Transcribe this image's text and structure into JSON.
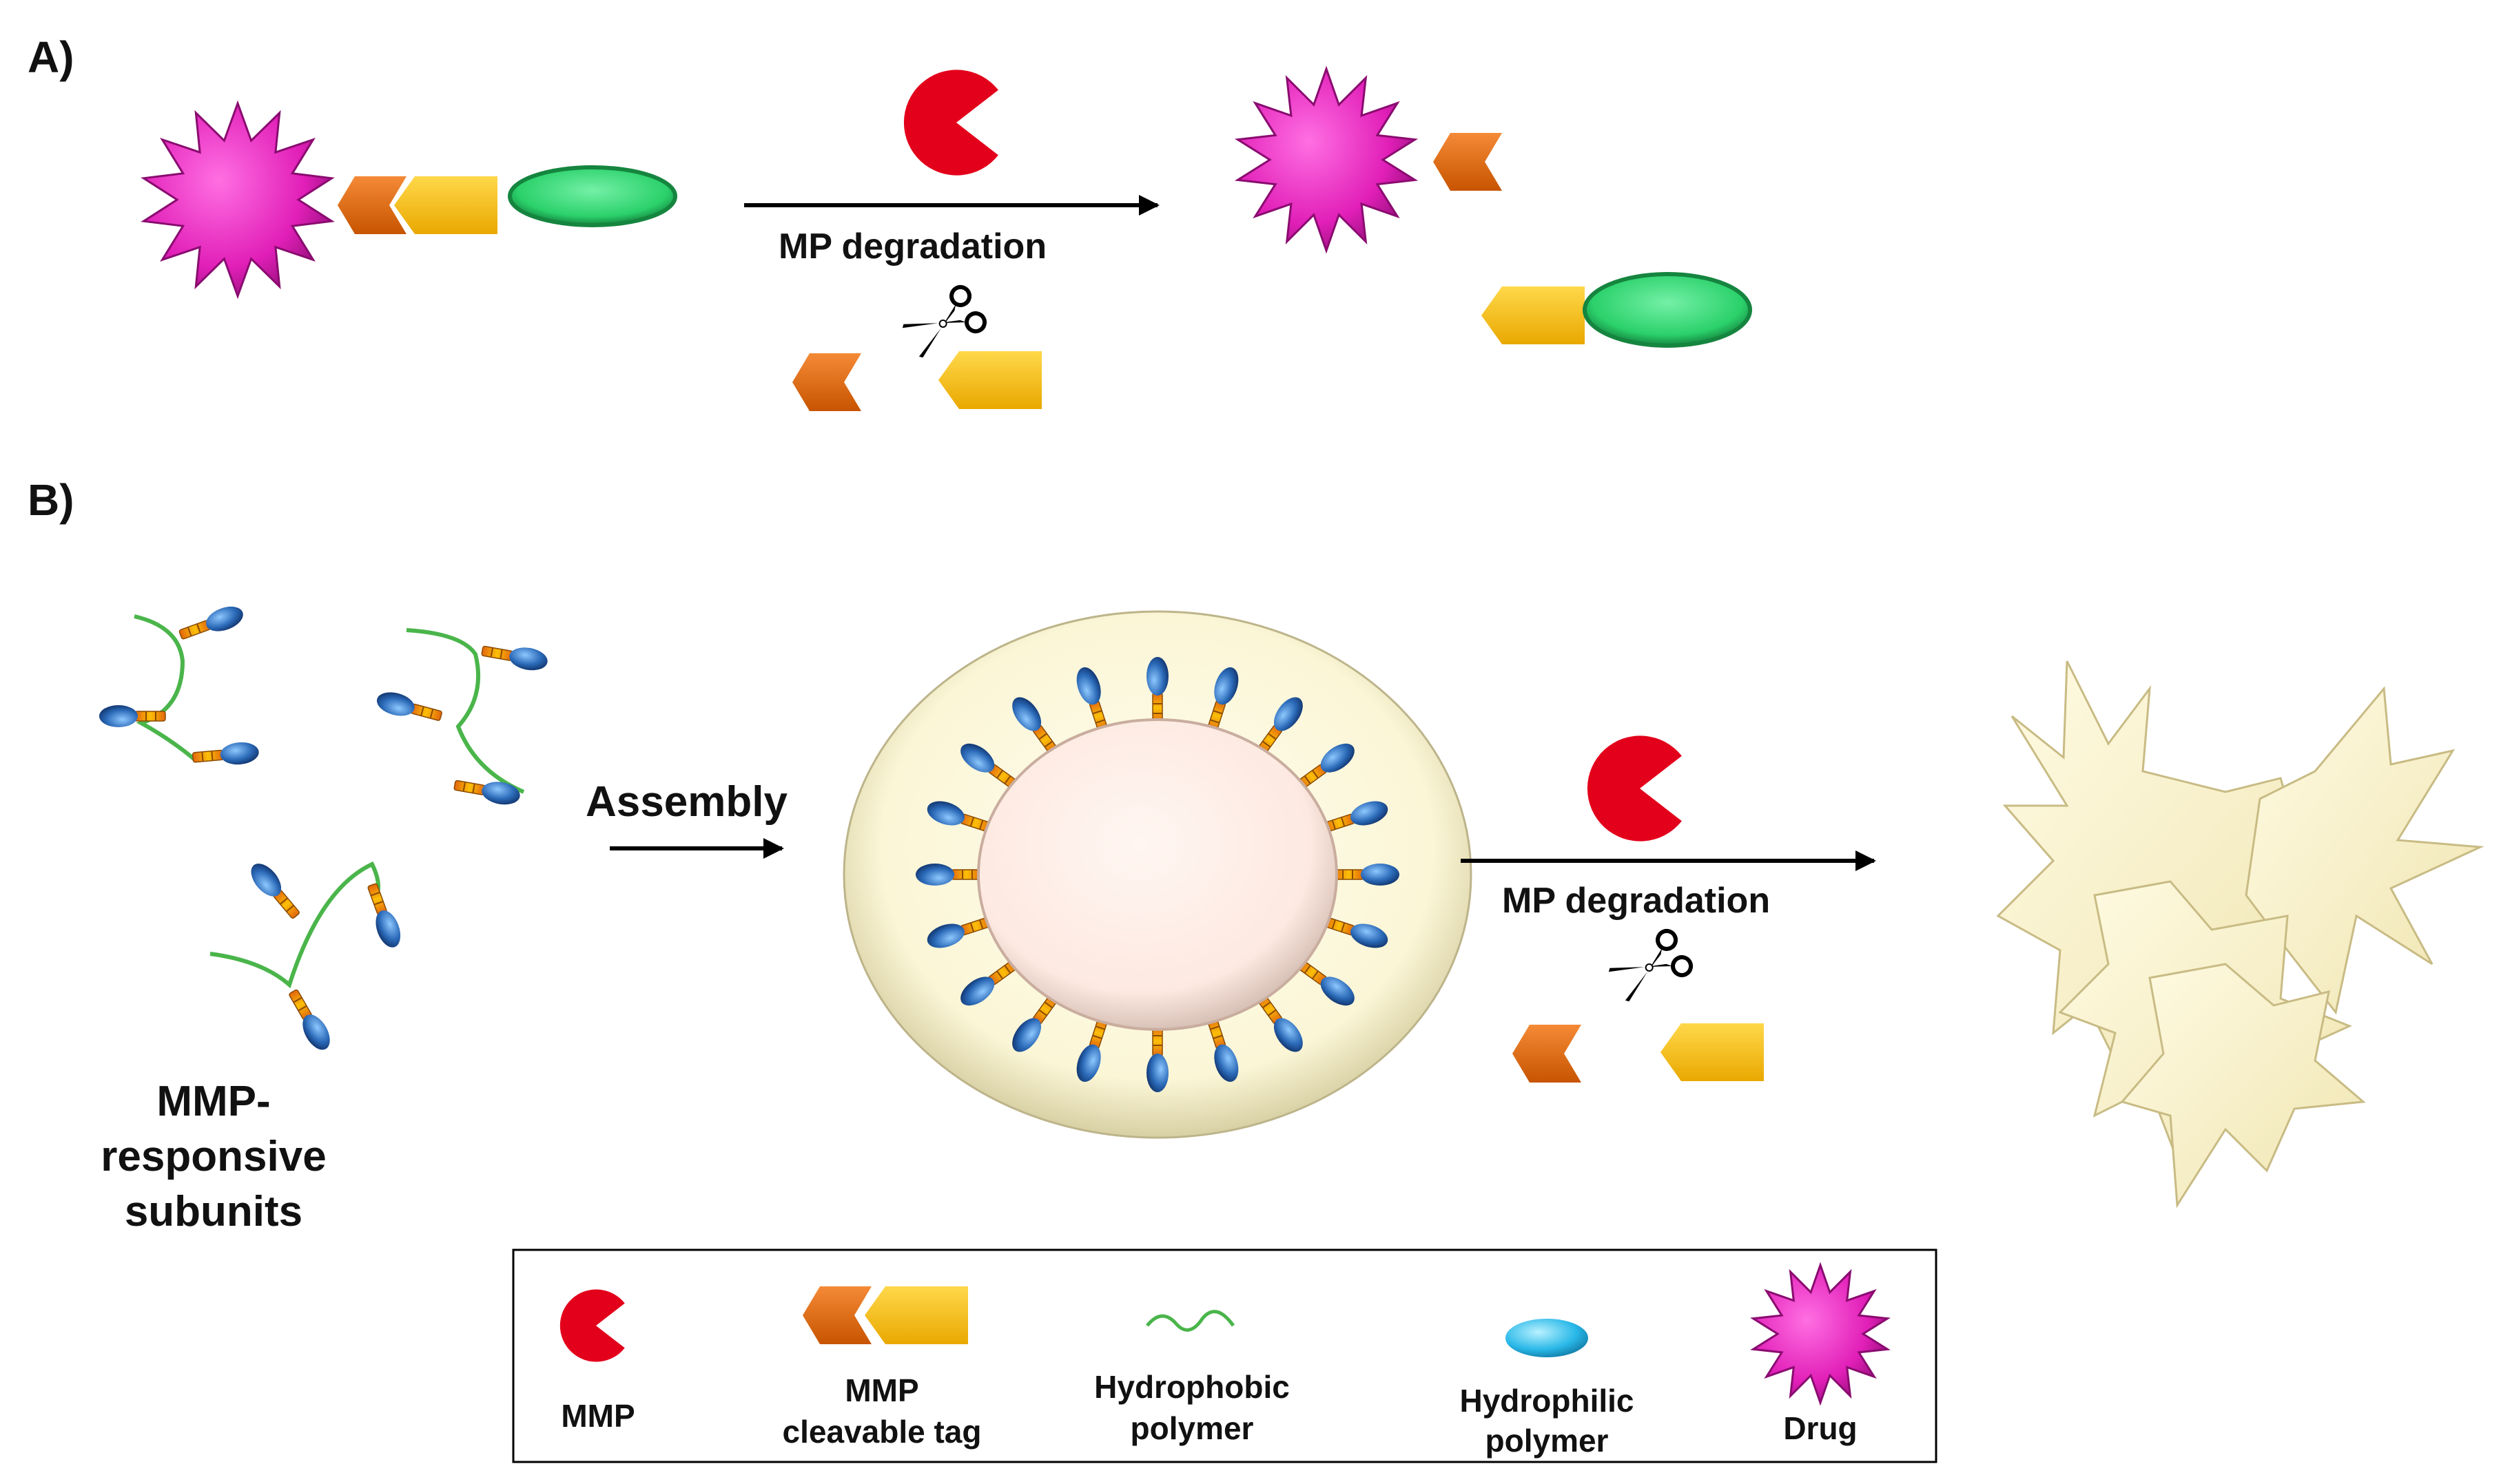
{
  "panels": {
    "a": "A)",
    "b": "B)"
  },
  "panel_a": {
    "arrow_label": "MP degradation"
  },
  "panel_b": {
    "assembly_label": "Assembly",
    "arrow_label": "MP degradation",
    "subunits_label": [
      "MMP-",
      "responsive",
      "subunits"
    ]
  },
  "legend": {
    "mmp": "MMP",
    "tag": [
      "MMP",
      "cleavable tag"
    ],
    "hydrophobic": [
      "Hydrophobic",
      "polymer"
    ],
    "hydrophilic": [
      "Hydrophilic",
      "polymer"
    ],
    "drug": "Drug"
  },
  "colors": {
    "drug": "#e11fb8",
    "mmp": "#e3001b",
    "tag_orange": "#e2660d",
    "tag_yellow": "#fcbf07",
    "polymer_green": "#2bd16b",
    "hydrophobic_line": "#4ab54a",
    "hydrophilic_blue": "#2b6ab8",
    "vesicle_shell": "#fbf6d6",
    "vesicle_core": "#fde9e1",
    "fragments": "#fcf6cf"
  },
  "icons": [
    "drug-star-icon",
    "mmp-pacman-icon",
    "cleavable-tag-icon",
    "polymer-ellipse-icon",
    "scissors-icon",
    "vesicle-icon",
    "fragment-icon"
  ]
}
